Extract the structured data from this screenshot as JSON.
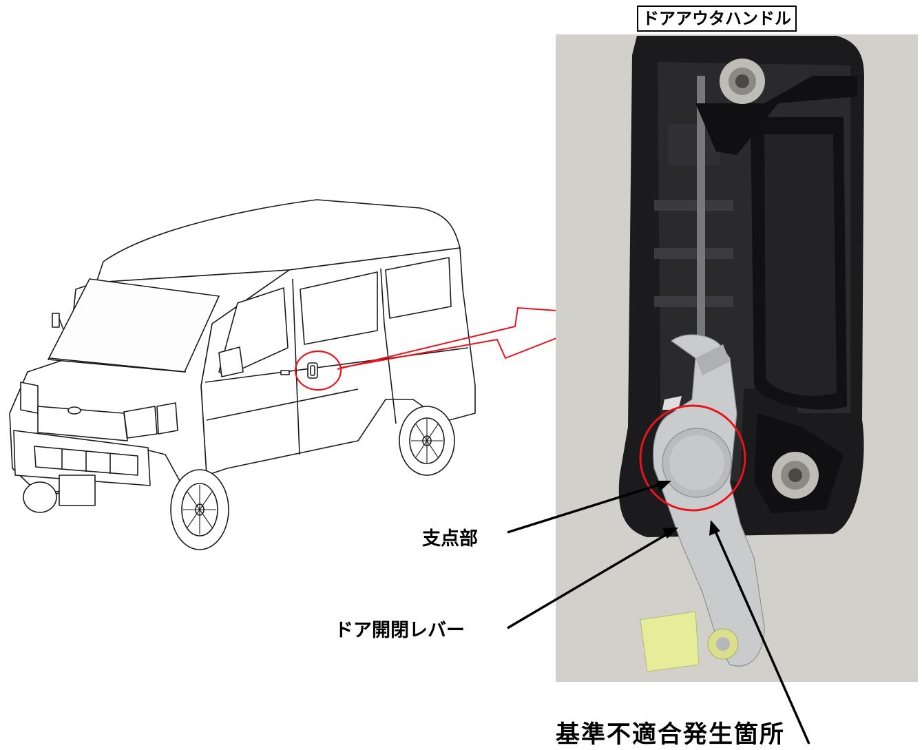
{
  "photo": {
    "title": "ドアアウタハンドル"
  },
  "callouts": {
    "fulcrum": "支点部",
    "lever": "ドア開閉レバー",
    "defect_location": "基準不適合発生箇所"
  },
  "colors": {
    "highlight": "#e8141c",
    "leader_line": "#000000",
    "photo_background": "#d6d5cf",
    "handle_body": "#1b1b1d",
    "lever_metal": "#c9cbcd",
    "clip": "#e6ec9a"
  }
}
